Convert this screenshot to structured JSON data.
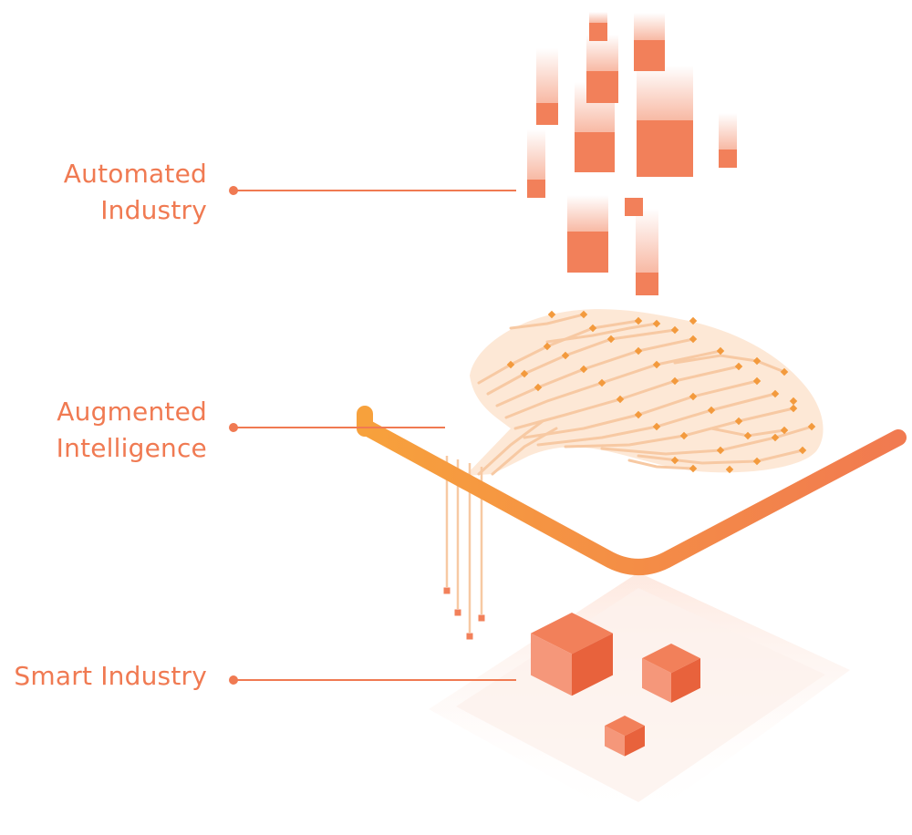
{
  "layers": [
    {
      "id": "automated",
      "line1": "Automated",
      "line2": "Industry"
    },
    {
      "id": "augmented",
      "line1": "Augmented",
      "line2": "Intelligence"
    },
    {
      "id": "smart",
      "line1": "Smart Industry",
      "line2": ""
    }
  ],
  "colors": {
    "label": "#f07a52",
    "block": "#f2805a",
    "frame_start": "#f7a13c",
    "frame_end": "#f17a50",
    "brain_fill": "#fde8d6",
    "brain_trace": "#f7c9a3",
    "brain_node": "#f39a3d",
    "cube_top": "#f2805a",
    "cube_left": "#f5977a",
    "cube_right": "#e8623c"
  }
}
